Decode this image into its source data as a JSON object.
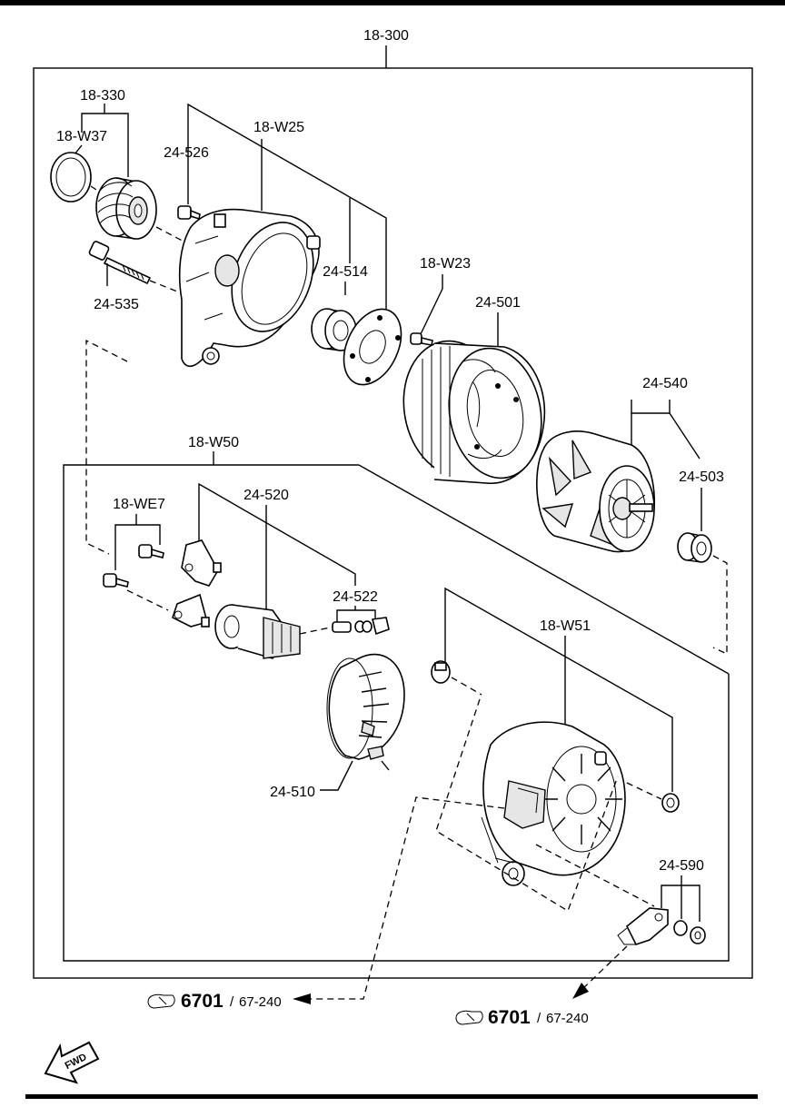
{
  "labels": {
    "assembly": "18-300",
    "pulley_set": "18-330",
    "cap": "18-W37",
    "front_bracket": "18-W25",
    "screw_526": "24-526",
    "bolt_535": "24-535",
    "bearing_514": "24-514",
    "screw_w23": "18-W23",
    "stator_501": "24-501",
    "rotor_540": "24-540",
    "bearing_503": "24-503",
    "rear_group_w50": "18-W50",
    "brush_520": "24-520",
    "screw_we7": "18-WE7",
    "brush_522": "24-522",
    "rear_cover_w51": "18-W51",
    "rectifier_510": "24-510",
    "terminal_590": "24-590"
  },
  "refs": [
    {
      "main": "6701",
      "sep": "/",
      "sub": "67-240"
    },
    {
      "main": "6701",
      "sep": "/",
      "sub": "67-240"
    }
  ],
  "fwd": "FWD",
  "icons": [
    "reference-pointer-icon",
    "fwd-arrow-icon"
  ]
}
